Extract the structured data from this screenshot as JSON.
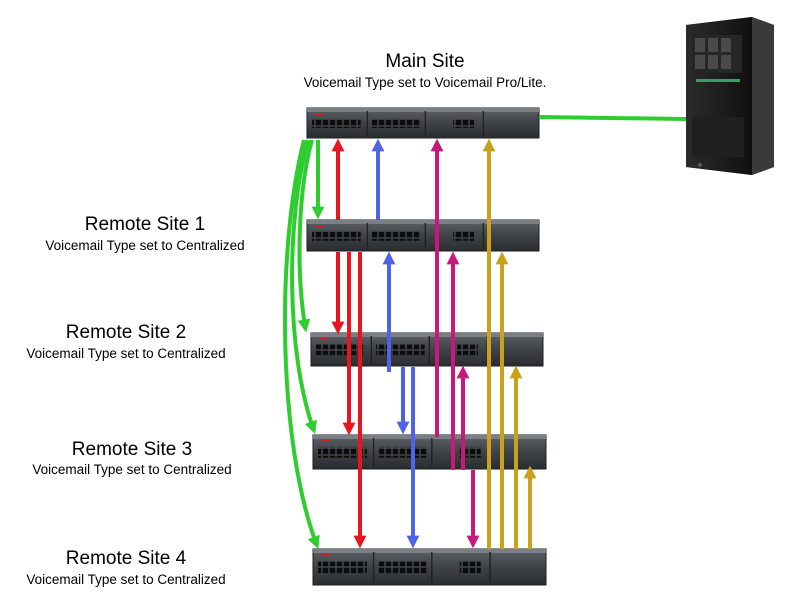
{
  "sites": [
    {
      "title": "Main Site",
      "subtitle": "Voicemail Type set to Voicemail Pro/Lite."
    },
    {
      "title": "Remote Site 1",
      "subtitle": "Voicemail Type set to Centralized"
    },
    {
      "title": "Remote Site 2",
      "subtitle": "Voicemail Type set to Centralized"
    },
    {
      "title": "Remote Site 3",
      "subtitle": "Voicemail Type set to Centralized"
    },
    {
      "title": "Remote Site 4",
      "subtitle": "Voicemail Type set to Centralized"
    }
  ],
  "colors": {
    "green": "#2ecc2e",
    "red": "#e8141e",
    "blue": "#4f63e8",
    "magenta": "#c8187a",
    "gold": "#c9a21a"
  },
  "icons": {
    "server": "voicemail-server-icon",
    "control_unit": "ip-office-control-unit-icon"
  }
}
